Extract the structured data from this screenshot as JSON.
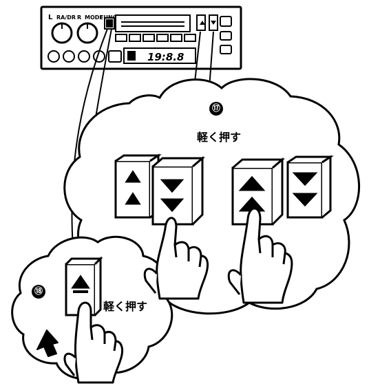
{
  "device": {
    "top_labels": [
      "L",
      "RA/DR",
      "R",
      "MODE",
      "FUNC"
    ],
    "display_text": "19:8.8"
  },
  "steps": {
    "step17": {
      "number": "⑰",
      "instruction": "軽く押す"
    },
    "step18": {
      "number": "⑱",
      "instruction": "軽く押す"
    }
  }
}
